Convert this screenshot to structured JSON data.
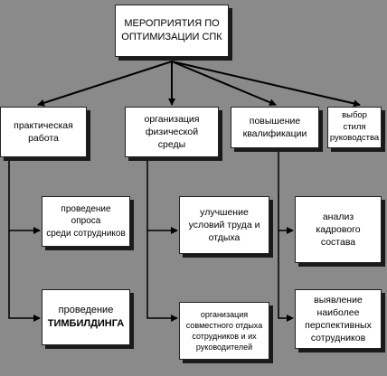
{
  "root": {
    "line1": "МЕРОПРИЯТИЯ ПО",
    "line2": "ОПТИМИЗАЦИИ СПК"
  },
  "columns": [
    {
      "lines": [
        "практическая",
        "работа"
      ]
    },
    {
      "lines": [
        "организация",
        "физической",
        "среды"
      ]
    },
    {
      "lines": [
        "повышение",
        "квалификации"
      ]
    },
    {
      "lines": [
        "выбор стиля",
        "руководства"
      ]
    }
  ],
  "sub": {
    "c1a": {
      "lines": [
        "проведение опроса",
        "среди сотрудников"
      ]
    },
    "c1b": {
      "lines": [
        "проведение",
        "ТИМБИЛДИНГА"
      ]
    },
    "c2a": {
      "lines": [
        "улучшение",
        "условий труда и",
        "отдыха"
      ]
    },
    "c2b": {
      "lines": [
        "организация",
        "совместного отдыха",
        "сотрудников и их",
        "руководителей"
      ]
    },
    "c3a": {
      "lines": [
        "анализ",
        "кадрового",
        "состава"
      ]
    },
    "c3b": {
      "lines": [
        "выявление",
        "наиболее",
        "перспективных",
        "сотрудников"
      ]
    }
  },
  "colors": {
    "background": "#8a8a8a",
    "box": "#ffffff",
    "line": "#000000"
  }
}
